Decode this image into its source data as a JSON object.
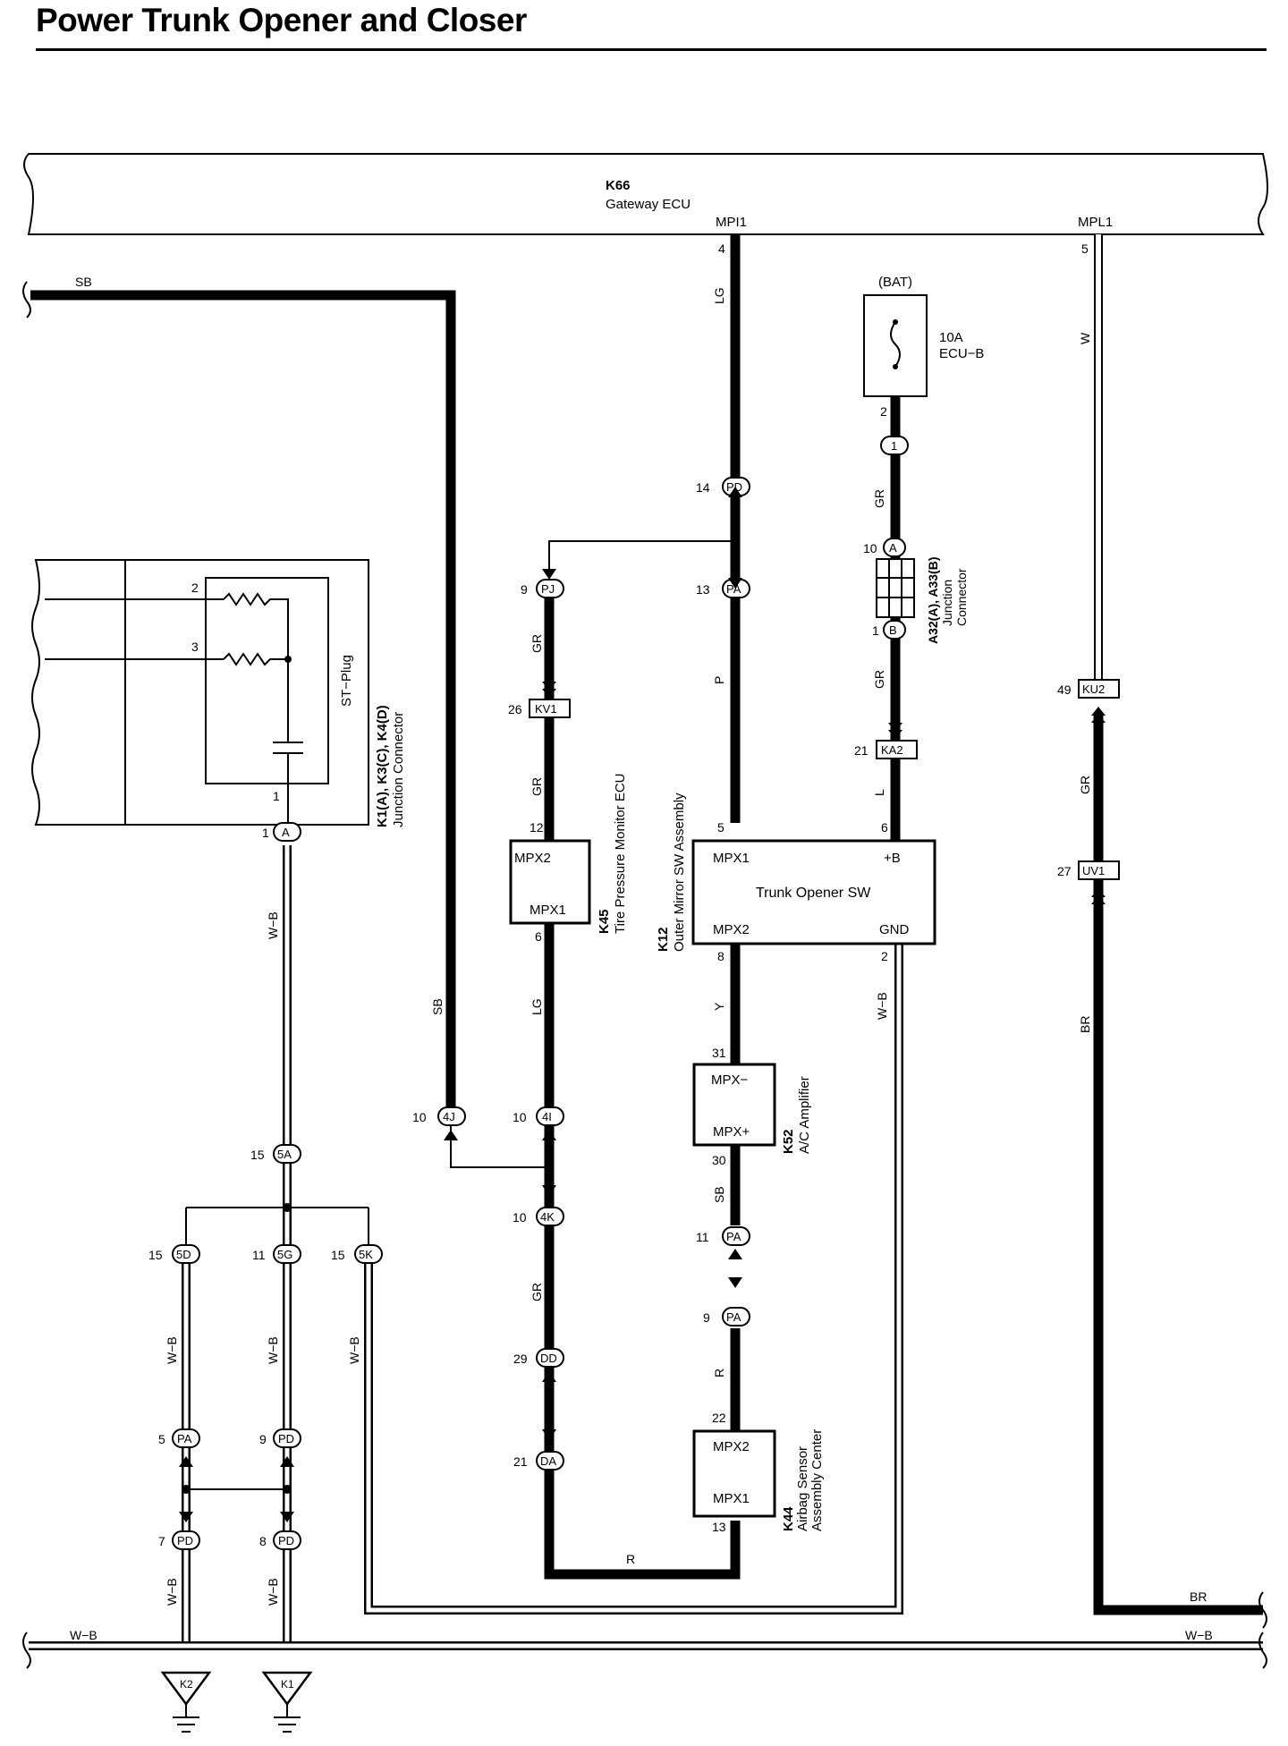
{
  "title": "Power Trunk Opener and Closer",
  "components": {
    "gateway": {
      "code": "K66",
      "name": "Gateway ECU",
      "pin_mpi1": "MPI1",
      "pin_mpl1": "MPL1"
    },
    "junction_k1": {
      "code": "K1(A), K3(C), K4(D)",
      "name": "Junction Connector",
      "plug": "ST−Plug"
    },
    "fuse": {
      "source": "(BAT)",
      "rating": "10A",
      "name": "ECU−B"
    },
    "junction_a32": {
      "code": "A32(A), A33(B)",
      "line1": "Junction",
      "line2": "Connector"
    },
    "k45": {
      "code": "K45",
      "name": "Tire Pressure Monitor ECU",
      "p1": "MPX2",
      "p2": "MPX1"
    },
    "k12": {
      "code": "K12",
      "name": "Outer Mirror SW Assembly",
      "title": "Trunk Opener SW",
      "p1": "MPX1",
      "p2": "+B",
      "p3": "MPX2",
      "p4": "GND"
    },
    "k52": {
      "code": "K52",
      "name": "A/C Amplifier",
      "p1": "MPX−",
      "p2": "MPX+"
    },
    "k44": {
      "code": "K44",
      "name1": "Airbag Sensor",
      "name2": "Assembly Center",
      "p1": "MPX2",
      "p2": "MPX1"
    }
  },
  "grounds": [
    "K2",
    "K1"
  ],
  "wires": {
    "sb": "SB",
    "lg": "LG",
    "gr": "GR",
    "p": "P",
    "l": "L",
    "w": "W",
    "wb": "W−B",
    "y": "Y",
    "r": "R",
    "br": "BR"
  },
  "connectors": {
    "pd": "PD",
    "pa": "PA",
    "pj": "PJ",
    "kv1": "KV1",
    "ka2": "KA2",
    "ku2": "KU2",
    "uv1": "UV1",
    "a": "A",
    "b": "B",
    "one": "1",
    "c4j": "4J",
    "c4i": "4I",
    "c4k": "4K",
    "dd": "DD",
    "da": "DA",
    "c5a": "5A",
    "c5d": "5D",
    "c5g": "5G",
    "c5k": "5K"
  },
  "pins": {
    "n1": "1",
    "n2": "2",
    "n3": "3",
    "n4": "4",
    "n5": "5",
    "n6": "6",
    "n7": "7",
    "n8": "8",
    "n9": "9",
    "n10": "10",
    "n11": "11",
    "n12": "12",
    "n13": "13",
    "n14": "14",
    "n15": "15",
    "n21": "21",
    "n22": "22",
    "n26": "26",
    "n27": "27",
    "n29": "29",
    "n30": "30",
    "n31": "31",
    "n49": "49"
  }
}
